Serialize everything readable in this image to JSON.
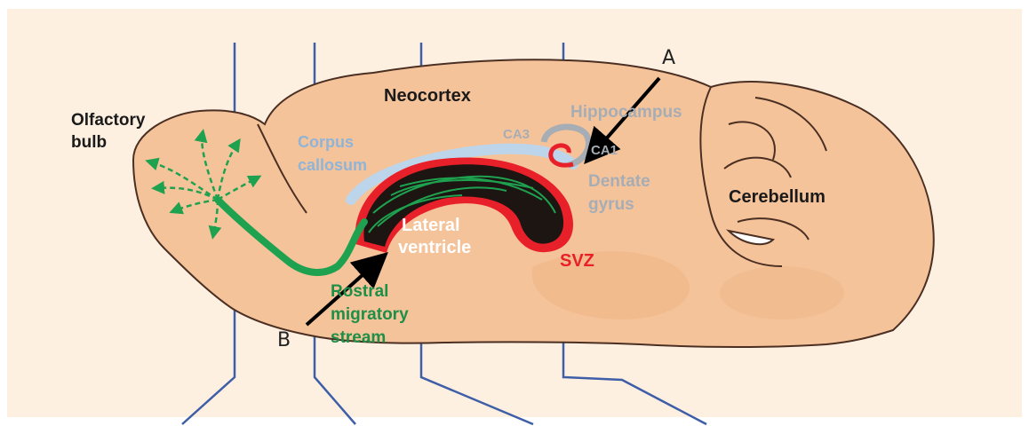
{
  "colors": {
    "panel": "#fdf0e1",
    "brain": "#f5c39a",
    "brain_dark": "#e9ac7c",
    "outline": "#4a2f22",
    "ventricle": "#1d1512",
    "svz": "#e8202a",
    "rms": "#1ea24f",
    "callosum": "#bcd5ea",
    "hippocampus": "#a7adb5",
    "section_line": "#3f5ea8",
    "arrow": "#000000"
  },
  "labels": {
    "olfactory_line1": "Olfactory",
    "olfactory_line2": "bulb",
    "neocortex": "Neocortex",
    "hippocampus": "Hippocampus",
    "ca3": "CA3",
    "ca1": "CA1",
    "dentate_line1": "Dentate",
    "dentate_line2": "gyrus",
    "corpus_line1": "Corpus",
    "corpus_line2": "callosum",
    "cerebellum": "Cerebellum",
    "lateral_line1": "Lateral",
    "lateral_line2": "ventricle",
    "svz": "SVZ",
    "rostral_line1": "Rostral",
    "rostral_line2": "migratory",
    "rostral_line3": "stream",
    "marker_a": "A",
    "marker_b": "B"
  }
}
